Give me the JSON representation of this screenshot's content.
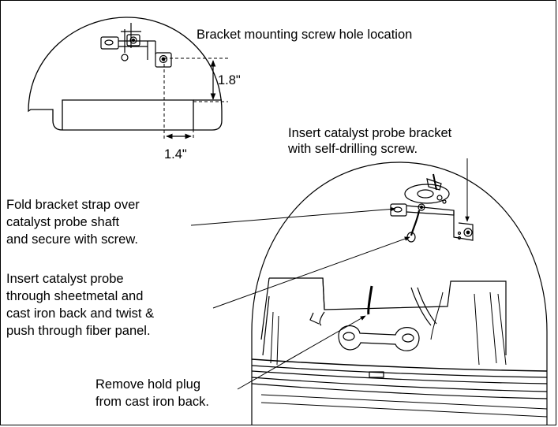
{
  "top_view": {
    "caption": "Bracket mounting screw hole location",
    "dim_vertical": "1.8\"",
    "dim_horizontal": "1.4\""
  },
  "callouts": {
    "insert_bracket": [
      "Insert catalyst probe bracket",
      "with self-drilling screw."
    ],
    "fold_strap": [
      "Fold bracket strap over",
      "catalyst probe shaft",
      "and secure with screw."
    ],
    "insert_probe": [
      "Insert catalyst probe",
      "through sheetmetal and",
      "cast iron back and twist &",
      "push through fiber panel."
    ],
    "remove_plug": [
      "Remove hold plug",
      "from cast iron back."
    ]
  }
}
